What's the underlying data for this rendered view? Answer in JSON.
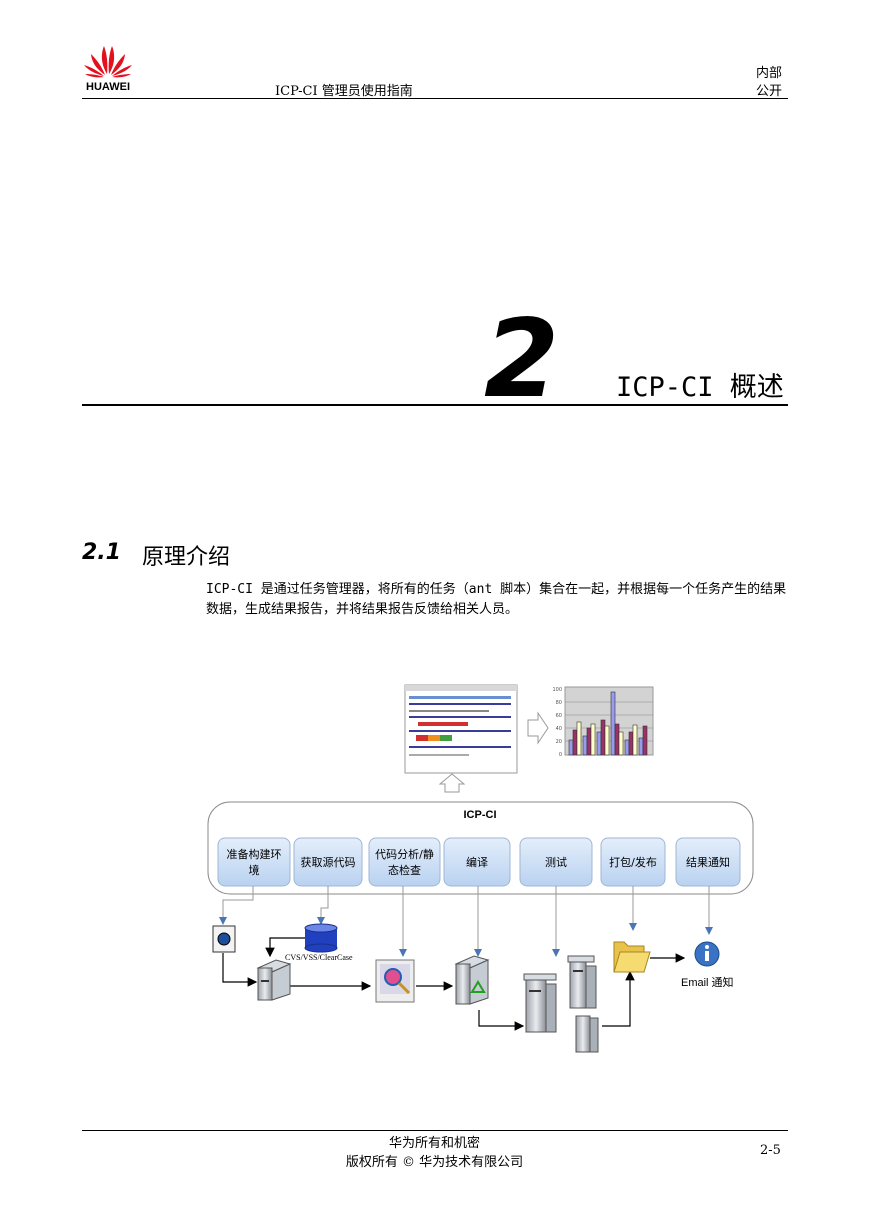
{
  "header": {
    "brand": "HUAWEI",
    "doc_title": "ICP-CI  管理员使用指南",
    "classification_line1": "内部",
    "classification_line2": "公开"
  },
  "chapter": {
    "number": "2",
    "title": "ICP-CI 概述"
  },
  "section": {
    "number": "2.1",
    "title": "原理介绍",
    "paragraph": "ICP-CI 是通过任务管理器，将所有的任务（ant 脚本）集合在一起，并根据每一个任务产生的结果数据，生成结果报告，并将结果报告反馈给相关人员。"
  },
  "diagram": {
    "panel_title": "ICP-CI",
    "steps": [
      "准备构建环境",
      "获取源代码",
      "代码分析/静态检查",
      "编译",
      "测试",
      "打包/发布",
      "结果通知"
    ],
    "step_lines": [
      [
        "准备构建环",
        "境"
      ],
      [
        "获取源代码"
      ],
      [
        "代码分析/静",
        "态检查"
      ],
      [
        "编译"
      ],
      [
        "测试"
      ],
      [
        "打包/发布"
      ],
      [
        "结果通知"
      ]
    ],
    "repo_label": "CVS/VSS/ClearCase",
    "email_label": "Email 通知",
    "chart_ticks": [
      "100",
      "80",
      "60",
      "40",
      "20",
      "0"
    ],
    "colors": {
      "step_fill": "#c6dcf4",
      "panel_border": "#8a8a8a",
      "arrow": "#4a76b8"
    }
  },
  "footer": {
    "line1": "华为所有和机密",
    "line2": "版权所有  ©  华为技术有限公司",
    "page": "2-5"
  }
}
